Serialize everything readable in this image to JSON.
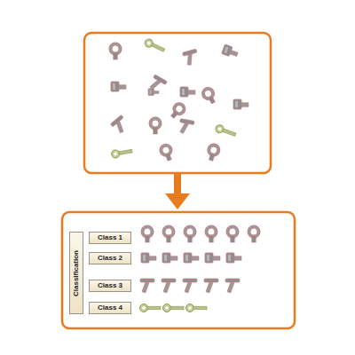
{
  "diagram": {
    "nodes": [
      {
        "text": [
          "Classification"
        ]
      },
      {
        "text": [
          "Class 1"
        ]
      },
      {
        "text": [
          "Class 2"
        ]
      },
      {
        "text": [
          "Class 3"
        ]
      },
      {
        "text": [
          "Class 4"
        ]
      }
    ]
  }
}
